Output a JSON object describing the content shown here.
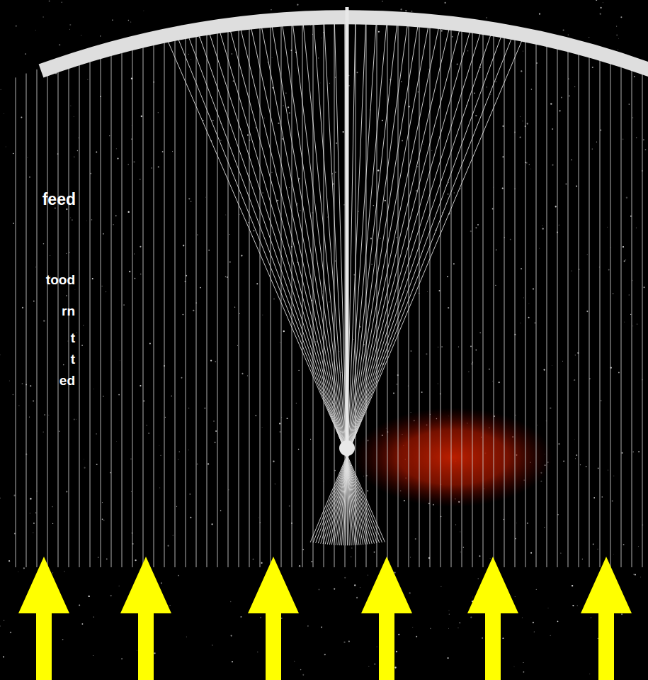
{
  "diagram": {
    "labels": [
      "feed",
      "tood",
      "rn",
      "t",
      "t",
      "ed"
    ]
  }
}
